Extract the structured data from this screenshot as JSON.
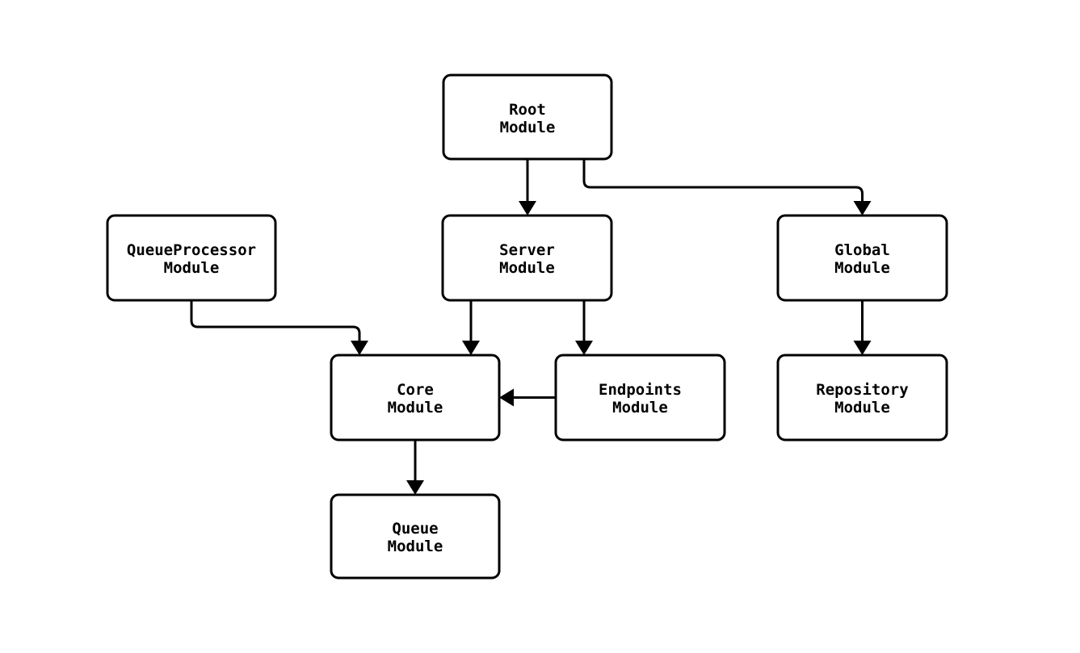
{
  "diagram": {
    "type": "module-dependency-graph",
    "background_color": "#ffffff",
    "stroke_color": "#000000",
    "text_color": "#000000",
    "nodes": {
      "root": {
        "line1": "Root",
        "line2": "Module"
      },
      "queueprocessor": {
        "line1": "QueueProcessor",
        "line2": "Module"
      },
      "server": {
        "line1": "Server",
        "line2": "Module"
      },
      "global": {
        "line1": "Global",
        "line2": "Module"
      },
      "core": {
        "line1": "Core",
        "line2": "Module"
      },
      "endpoints": {
        "line1": "Endpoints",
        "line2": "Module"
      },
      "repository": {
        "line1": "Repository",
        "line2": "Module"
      },
      "queue": {
        "line1": "Queue",
        "line2": "Module"
      }
    },
    "edges": [
      {
        "from": "Root Module",
        "to": "Server Module"
      },
      {
        "from": "Root Module",
        "to": "Global Module"
      },
      {
        "from": "QueueProcessor Module",
        "to": "Core Module"
      },
      {
        "from": "Server Module",
        "to": "Core Module"
      },
      {
        "from": "Server Module",
        "to": "Endpoints Module"
      },
      {
        "from": "Endpoints Module",
        "to": "Core Module"
      },
      {
        "from": "Global Module",
        "to": "Repository Module"
      },
      {
        "from": "Core Module",
        "to": "Queue Module"
      }
    ]
  }
}
